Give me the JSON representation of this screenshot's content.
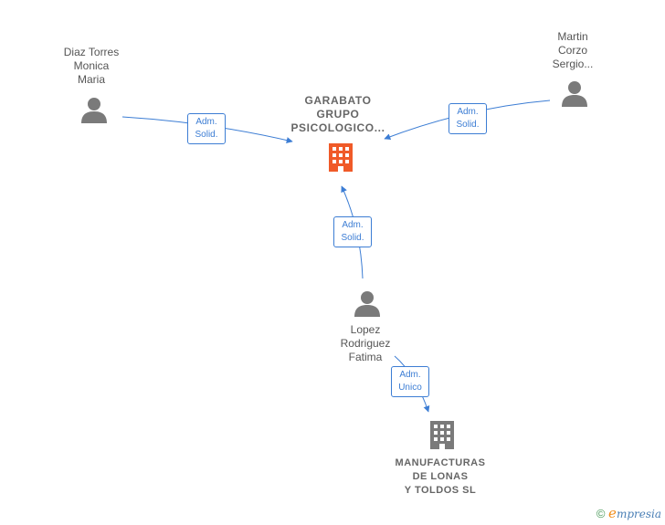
{
  "colors": {
    "edge": "#3c7dd4",
    "person_icon": "#7a7a7a",
    "company_main_icon": "#f05a28",
    "company_icon": "#7a7a7a"
  },
  "nodes": {
    "garabato": {
      "label": "GARABATO\nGRUPO\nPSICOLOGICO...",
      "icon": "building-icon"
    },
    "diaz": {
      "label": "Diaz Torres\nMonica\nMaria",
      "icon": "person-icon"
    },
    "martin": {
      "label": "Martin\nCorzo\nSergio...",
      "icon": "person-icon"
    },
    "lopez": {
      "label": "Lopez\nRodriguez\nFatima",
      "icon": "person-icon"
    },
    "manufacturas": {
      "label": "MANUFACTURAS\nDE LONAS\nY TOLDOS  SL",
      "icon": "building-icon"
    }
  },
  "edges": {
    "diaz_to_garabato": "Adm.\nSolid.",
    "martin_to_garabato": "Adm.\nSolid.",
    "lopez_to_garabato": "Adm.\nSolid.",
    "lopez_to_manufacturas": "Adm.\nUnico"
  },
  "footer": {
    "copyright": "©",
    "brand_initial": "e",
    "brand_rest": "mpresia"
  }
}
